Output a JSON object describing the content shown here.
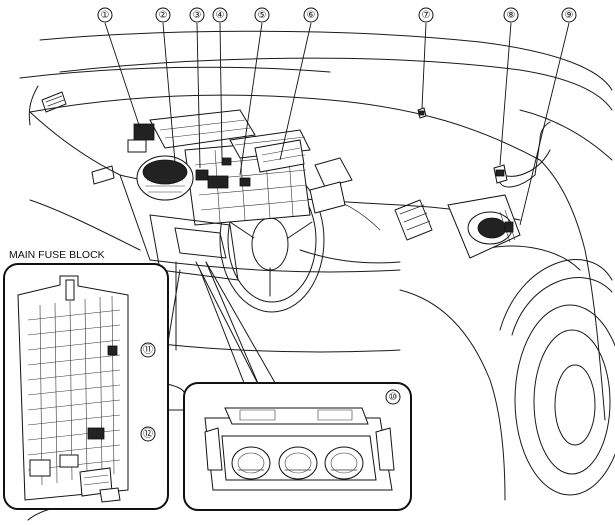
{
  "callouts": [
    {
      "id": "c1",
      "label": "①"
    },
    {
      "id": "c2",
      "label": "②"
    },
    {
      "id": "c3",
      "label": "③"
    },
    {
      "id": "c4",
      "label": "④"
    },
    {
      "id": "c5",
      "label": "⑤"
    },
    {
      "id": "c6",
      "label": "⑥"
    },
    {
      "id": "c7",
      "label": "⑦"
    },
    {
      "id": "c8",
      "label": "⑧"
    },
    {
      "id": "c9",
      "label": "⑨"
    },
    {
      "id": "c10",
      "label": "⑩"
    },
    {
      "id": "c11",
      "label": "⑪"
    },
    {
      "id": "c12",
      "label": "⑫"
    }
  ],
  "fuse_block": {
    "title": "MAIN FUSE BLOCK"
  }
}
